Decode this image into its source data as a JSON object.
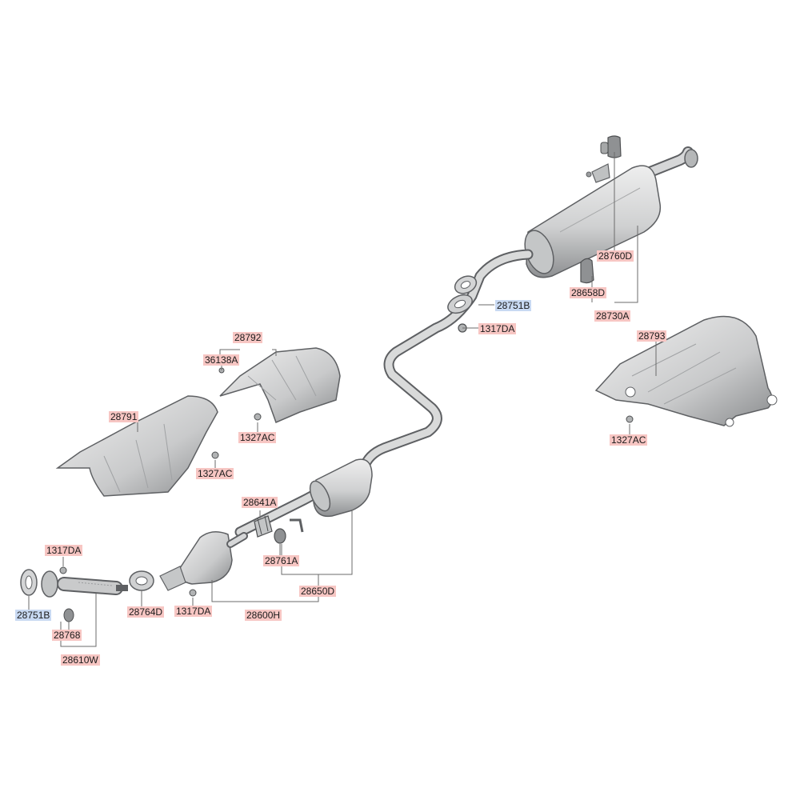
{
  "colors": {
    "part_fill": "#d9dada",
    "part_shade": "#9fa1a3",
    "part_edge": "#5e6063",
    "leader": "#6b6b6b",
    "label_red_bg": "#f7c6c3",
    "label_blue_bg": "#c8d9f2"
  },
  "parts": [
    {
      "id": "rear-muffler",
      "icon": "muffler-icon"
    },
    {
      "id": "tail-pipe",
      "icon": "pipe-icon"
    },
    {
      "id": "center-pipe",
      "icon": "pipe-icon"
    },
    {
      "id": "center-muffler",
      "icon": "muffler-icon"
    },
    {
      "id": "catalytic-converter",
      "icon": "catalyst-icon"
    },
    {
      "id": "front-pipe",
      "icon": "pipe-icon"
    },
    {
      "id": "heat-shield-front",
      "icon": "heat-shield-icon"
    },
    {
      "id": "heat-shield-center",
      "icon": "heat-shield-icon"
    },
    {
      "id": "heat-shield-rear",
      "icon": "heat-shield-icon"
    },
    {
      "id": "gasket",
      "icon": "gasket-icon"
    },
    {
      "id": "hanger",
      "icon": "rubber-hanger-icon"
    },
    {
      "id": "clamp",
      "icon": "clamp-icon"
    },
    {
      "id": "nut",
      "icon": "nut-icon"
    }
  ],
  "labels": [
    {
      "id": "l-28760D",
      "text": "28760D",
      "style": "red"
    },
    {
      "id": "l-28658D",
      "text": "28658D",
      "style": "red"
    },
    {
      "id": "l-28730A",
      "text": "28730A",
      "style": "red"
    },
    {
      "id": "l-28751B-top",
      "text": "28751B",
      "style": "blue"
    },
    {
      "id": "l-1317DA-top",
      "text": "1317DA",
      "style": "red"
    },
    {
      "id": "l-28793",
      "text": "28793",
      "style": "red"
    },
    {
      "id": "l-1327AC-right",
      "text": "1327AC",
      "style": "red"
    },
    {
      "id": "l-28792",
      "text": "28792",
      "style": "red"
    },
    {
      "id": "l-36138A",
      "text": "36138A",
      "style": "red"
    },
    {
      "id": "l-1327AC-mid",
      "text": "1327AC",
      "style": "red"
    },
    {
      "id": "l-28791",
      "text": "28791",
      "style": "red"
    },
    {
      "id": "l-1327AC-left",
      "text": "1327AC",
      "style": "red"
    },
    {
      "id": "l-28641A",
      "text": "28641A",
      "style": "red"
    },
    {
      "id": "l-28761A",
      "text": "28761A",
      "style": "red"
    },
    {
      "id": "l-28650D",
      "text": "28650D",
      "style": "red"
    },
    {
      "id": "l-28600H",
      "text": "28600H",
      "style": "red"
    },
    {
      "id": "l-1317DA-left",
      "text": "1317DA",
      "style": "red"
    },
    {
      "id": "l-28751B-left",
      "text": "28751B",
      "style": "blue"
    },
    {
      "id": "l-28768",
      "text": "28768",
      "style": "red"
    },
    {
      "id": "l-28610W",
      "text": "28610W",
      "style": "red"
    },
    {
      "id": "l-28764D",
      "text": "28764D",
      "style": "red"
    },
    {
      "id": "l-1317DA-bottom",
      "text": "1317DA",
      "style": "red"
    }
  ]
}
